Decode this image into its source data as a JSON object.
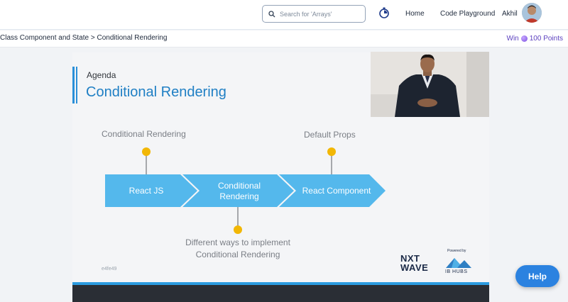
{
  "header": {
    "search": {
      "placeholder": "Search for 'Arrays'",
      "value": ""
    },
    "nav": {
      "home": "Home",
      "code_playground": "Code Playground",
      "user": "Akhil"
    }
  },
  "breadcrumb": {
    "path": "Class Component and State > Conditional Rendering",
    "win_label": "Win",
    "points": "100 Points"
  },
  "slide": {
    "agenda": "Agenda",
    "title": "Conditional Rendering",
    "top_labels": [
      "Conditional Rendering",
      "Default Props"
    ],
    "steps": [
      "React JS",
      "Conditional Rendering",
      "React Component"
    ],
    "bottom_label": "Different ways to implement Conditional Rendering",
    "watermark": "e4fe49",
    "logo": {
      "line1": "NXT",
      "line2": "WAVE",
      "powered": "Powered by",
      "partner": "IB HUBS"
    },
    "colors": {
      "chevron": "#54b8ec",
      "dot": "#f2b705",
      "title": "#1f7fc4"
    }
  },
  "help_button": {
    "label": "Help",
    "color": "#2b82e0"
  },
  "accent": "#5b3fbf",
  "icons": [
    "search-icon",
    "timer-icon",
    "avatar",
    "coin-icon"
  ]
}
